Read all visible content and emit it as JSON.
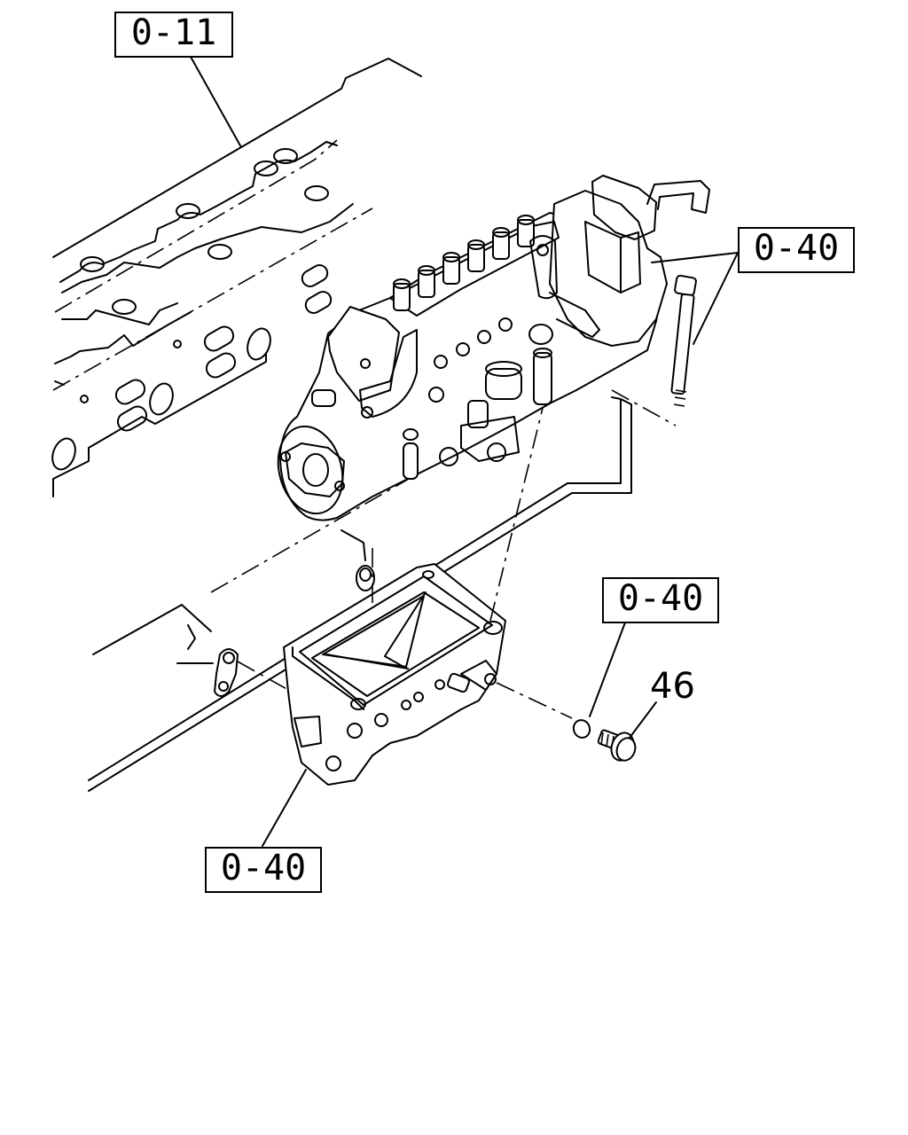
{
  "callouts": {
    "cylinder_head_ref": "0-11",
    "pump_ref": "0-40",
    "washer_ref": "0-40",
    "bracket_ref": "0-40"
  },
  "parts": {
    "bolt_number": "46"
  }
}
